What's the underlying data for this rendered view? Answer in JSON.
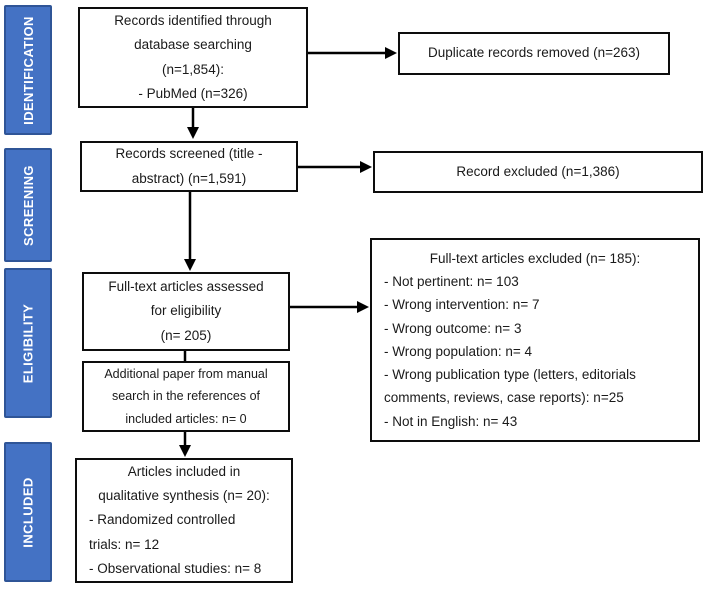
{
  "colors": {
    "stage_fill": "#4472C4",
    "stage_border": "#2F5597",
    "stage_text": "#FFFFFF",
    "box_border": "#0D0D0D",
    "arrow": "#000000"
  },
  "stages": [
    {
      "label": "IDENTIFICATION"
    },
    {
      "label": "SCREENING"
    },
    {
      "label": "ELIGIBILITY"
    },
    {
      "label": "INCLUDED"
    }
  ],
  "boxes": {
    "records_identified": {
      "lines": [
        "Records identified through",
        "database searching",
        "(n=1,854):",
        "- PubMed (n=326)"
      ]
    },
    "duplicates_removed": {
      "lines": [
        "Duplicate records removed (n=263)"
      ]
    },
    "records_screened": {
      "lines": [
        "Records screened (title -",
        "abstract) (n=1,591)"
      ]
    },
    "records_excluded": {
      "lines": [
        "Record excluded (n=1,386)"
      ]
    },
    "fulltext_assessed": {
      "lines": [
        "Full-text articles assessed",
        "for eligibility",
        "(n= 205)"
      ]
    },
    "additional_paper": {
      "lines": [
        "Additional paper from manual",
        "search in the references of",
        "included articles: n= 0"
      ]
    },
    "fulltext_excluded": {
      "title": "Full-text articles excluded (n= 185):",
      "items": [
        "- Not pertinent: n= 103",
        "- Wrong intervention:  n= 7",
        "- Wrong outcome: n= 3",
        "- Wrong population: n= 4",
        "- Wrong publication type (letters, editorials",
        "comments, reviews, case reports): n=25",
        "- Not in English: n= 43"
      ]
    },
    "articles_included": {
      "title_lines": [
        "Articles included in",
        "qualitative synthesis (n= 20):"
      ],
      "items": [
        "- Randomized controlled",
        "trials: n= 12",
        "- Observational studies: n= 8"
      ]
    }
  }
}
